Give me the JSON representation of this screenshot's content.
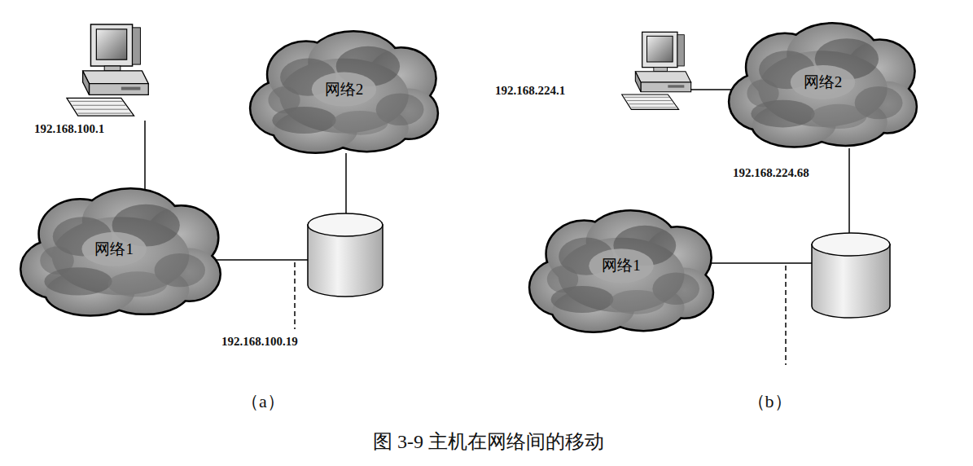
{
  "diagram": {
    "caption": "图 3-9 主机在网络间的移动",
    "nodes": [
      {
        "text": [
          "网络2"
        ]
      },
      {
        "text": [
          "网络1"
        ]
      },
      {
        "text": [
          "网络2"
        ]
      },
      {
        "text": [
          "网络1"
        ]
      }
    ],
    "labels": [
      "192.168.100.1",
      "192.168.100.19",
      "（a）",
      "192.168.224.1",
      "192.168.224.68",
      "（b）"
    ]
  }
}
